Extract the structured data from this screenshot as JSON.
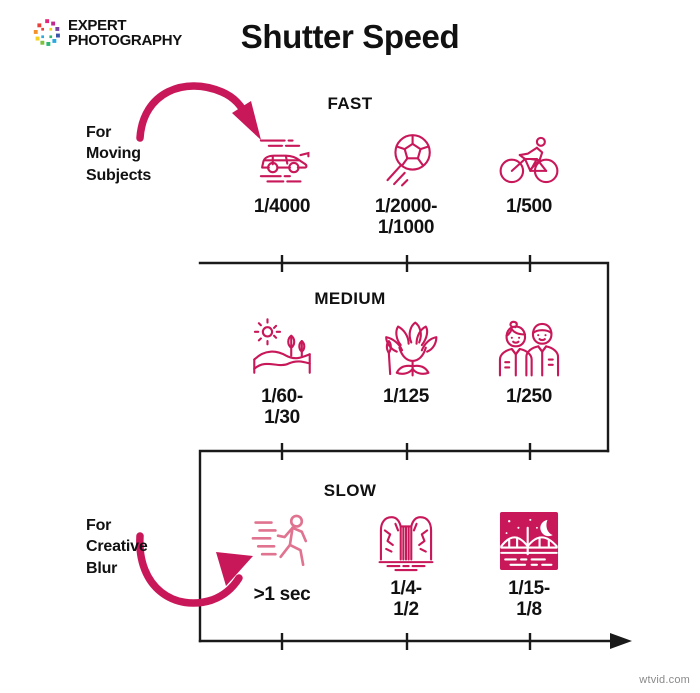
{
  "brand": {
    "logo_icon": "expert-photography-color-wheel-icon",
    "line1": "EXPERT",
    "line2": "PHOTOGRAPHY",
    "logo_colors": [
      "#e8413a",
      "#f4902a",
      "#f5d020",
      "#7ec13d",
      "#2bb673",
      "#2aa9e0",
      "#3b56a8",
      "#7b3fa0",
      "#c0278f",
      "#e5267a"
    ]
  },
  "page": {
    "title": "Shutter Speed",
    "watermark": "wtvid.com",
    "accent_color": "#c8185a",
    "accent_light_color": "#e0738f",
    "axis_color": "#1a1a1a",
    "text_color": "#111111"
  },
  "side_labels": {
    "moving": "For\nMoving\nSubjects",
    "blur": "For\nCreative\nBlur"
  },
  "bands": [
    {
      "id": "fast",
      "heading": "FAST",
      "cells": [
        {
          "icon": "speeding-car-icon",
          "label": "1/4000",
          "style": "outline"
        },
        {
          "icon": "soccer-ball-motion-icon",
          "label": "1/2000-\n1/1000",
          "style": "outline"
        },
        {
          "icon": "cyclist-icon",
          "label": "1/500",
          "style": "outline"
        }
      ]
    },
    {
      "id": "medium",
      "heading": "MEDIUM",
      "cells": [
        {
          "icon": "landscape-sun-hills-icon",
          "label": "1/60-\n1/30",
          "style": "outline"
        },
        {
          "icon": "lotus-flower-icon",
          "label": "1/125",
          "style": "outline"
        },
        {
          "icon": "two-people-portrait-icon",
          "label": "1/250",
          "style": "outline"
        }
      ]
    },
    {
      "id": "slow",
      "heading": "SLOW",
      "cells": [
        {
          "icon": "running-person-motion-icon",
          "label": ">1 sec",
          "style": "outline-light"
        },
        {
          "icon": "waterfall-icon",
          "label": "1/4-\n1/2",
          "style": "outline"
        },
        {
          "icon": "night-bridge-moon-icon",
          "label": "1/15-\n1/8",
          "style": "filled"
        }
      ]
    }
  ],
  "arrows": {
    "top": "curved-arrow-down-right",
    "bottom": "curved-arrow-up-right",
    "timeline_end": "arrow-right"
  }
}
